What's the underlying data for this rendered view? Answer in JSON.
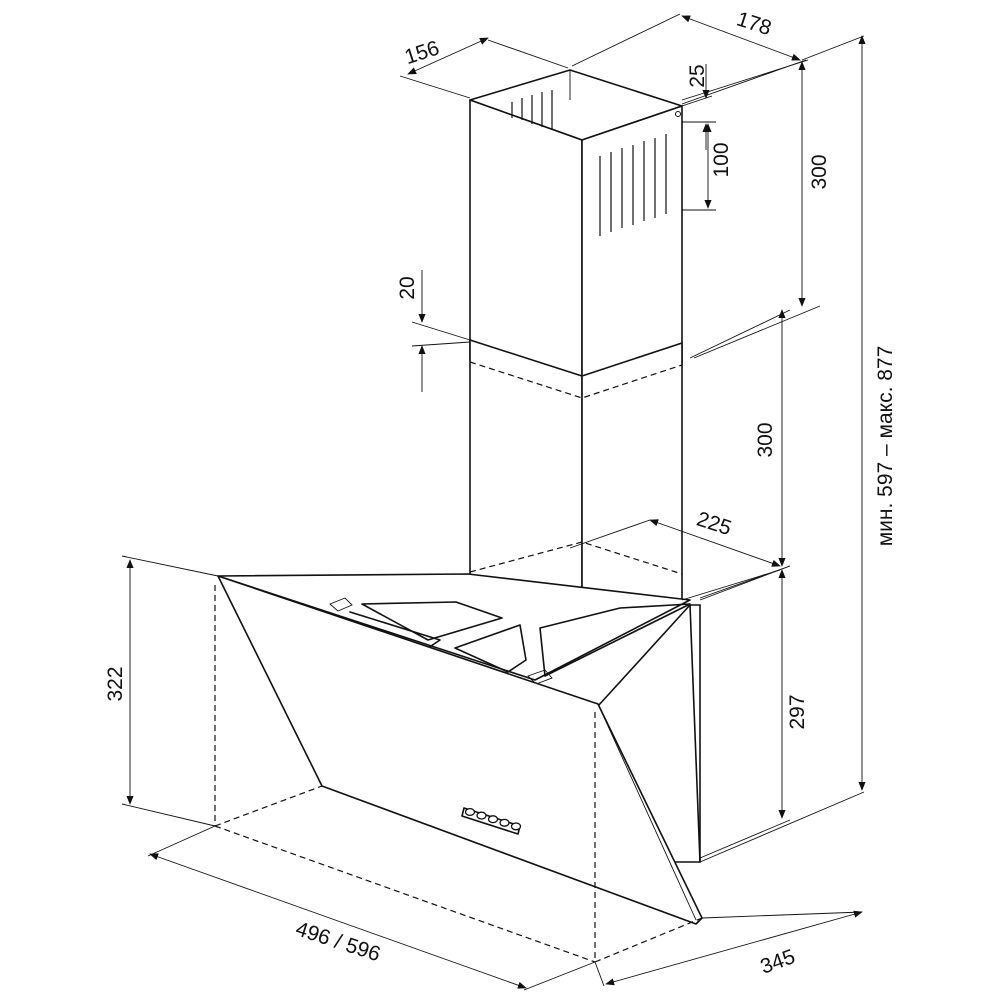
{
  "dimensions": {
    "chimney_depth": "156",
    "chimney_width": "178",
    "top_offset": "25",
    "vent_height": "100",
    "upper_chimney_height": "300",
    "overlap": "20",
    "lower_chimney_height": "300",
    "chimney_base_width": "225",
    "hood_body_height": "297",
    "total_height": "мин. 597 – макс. 877",
    "glass_height": "322",
    "hood_width": "496 / 596",
    "hood_depth": "345"
  },
  "control_buttons": [
    1,
    2,
    3,
    4,
    5
  ]
}
